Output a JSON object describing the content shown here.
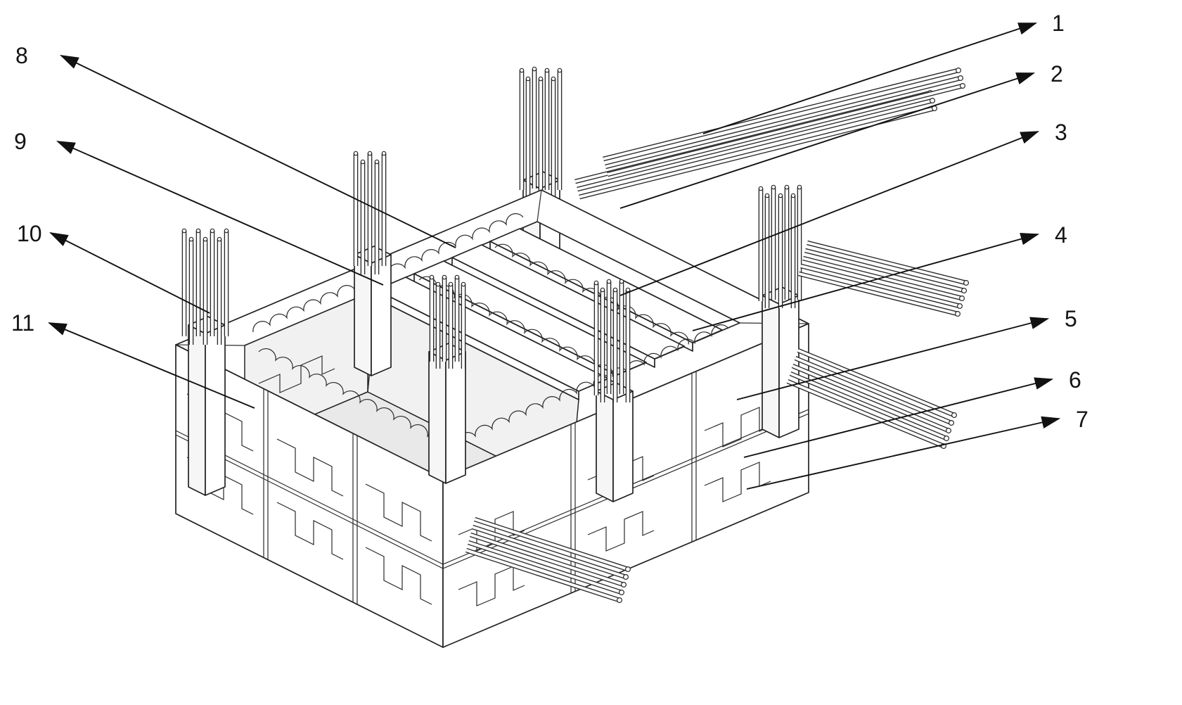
{
  "colors": {
    "background": "#ffffff",
    "line": "#1f1f1f"
  },
  "callouts": [
    {
      "number": "1"
    },
    {
      "number": "2"
    },
    {
      "number": "3"
    },
    {
      "number": "4"
    },
    {
      "number": "5"
    },
    {
      "number": "6"
    },
    {
      "number": "7"
    },
    {
      "number": "8"
    },
    {
      "number": "9"
    },
    {
      "number": "10"
    },
    {
      "number": "11"
    }
  ]
}
